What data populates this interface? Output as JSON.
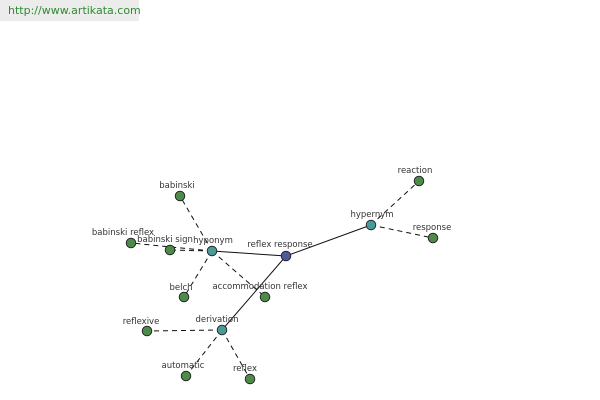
{
  "site": {
    "url": "http://www.artikata.com"
  },
  "colors": {
    "leaf": "#4e8a4a",
    "relation": "#4a9a98",
    "center": "#4d5a9c",
    "edge": "#111111"
  },
  "graph": {
    "nodes": [
      {
        "id": "reflex-response",
        "label": "reflex response",
        "kind": "center"
      },
      {
        "id": "hypernym",
        "label": "hypernym",
        "kind": "relation"
      },
      {
        "id": "hyponym",
        "label": "hyponym",
        "kind": "relation"
      },
      {
        "id": "derivation",
        "label": "derivation",
        "kind": "relation"
      },
      {
        "id": "reaction",
        "label": "reaction",
        "kind": "leaf"
      },
      {
        "id": "response",
        "label": "response",
        "kind": "leaf"
      },
      {
        "id": "babinski",
        "label": "babinski",
        "kind": "leaf"
      },
      {
        "id": "babinski-reflex",
        "label": "babinski reflex",
        "kind": "leaf"
      },
      {
        "id": "babinski-sign",
        "label": "babinski sign",
        "kind": "leaf"
      },
      {
        "id": "belch",
        "label": "belch",
        "kind": "leaf"
      },
      {
        "id": "accommodation-reflex",
        "label": "accommodation reflex",
        "kind": "leaf"
      },
      {
        "id": "reflexive",
        "label": "reflexive",
        "kind": "leaf"
      },
      {
        "id": "automatic",
        "label": "automatic",
        "kind": "leaf"
      },
      {
        "id": "reflex",
        "label": "reflex",
        "kind": "leaf"
      }
    ],
    "edges": [
      {
        "from": "reflex-response",
        "to": "hypernym",
        "style": "solid"
      },
      {
        "from": "reflex-response",
        "to": "hyponym",
        "style": "solid"
      },
      {
        "from": "reflex-response",
        "to": "derivation",
        "style": "solid"
      },
      {
        "from": "hypernym",
        "to": "reaction",
        "style": "dashed"
      },
      {
        "from": "hypernym",
        "to": "response",
        "style": "dashed"
      },
      {
        "from": "hyponym",
        "to": "babinski",
        "style": "dashed"
      },
      {
        "from": "hyponym",
        "to": "babinski-reflex",
        "style": "dashed"
      },
      {
        "from": "hyponym",
        "to": "babinski-sign",
        "style": "dashed"
      },
      {
        "from": "hyponym",
        "to": "belch",
        "style": "dashed"
      },
      {
        "from": "hyponym",
        "to": "accommodation-reflex",
        "style": "dashed"
      },
      {
        "from": "derivation",
        "to": "reflexive",
        "style": "dashed"
      },
      {
        "from": "derivation",
        "to": "automatic",
        "style": "dashed"
      },
      {
        "from": "derivation",
        "to": "reflex",
        "style": "dashed"
      }
    ]
  }
}
